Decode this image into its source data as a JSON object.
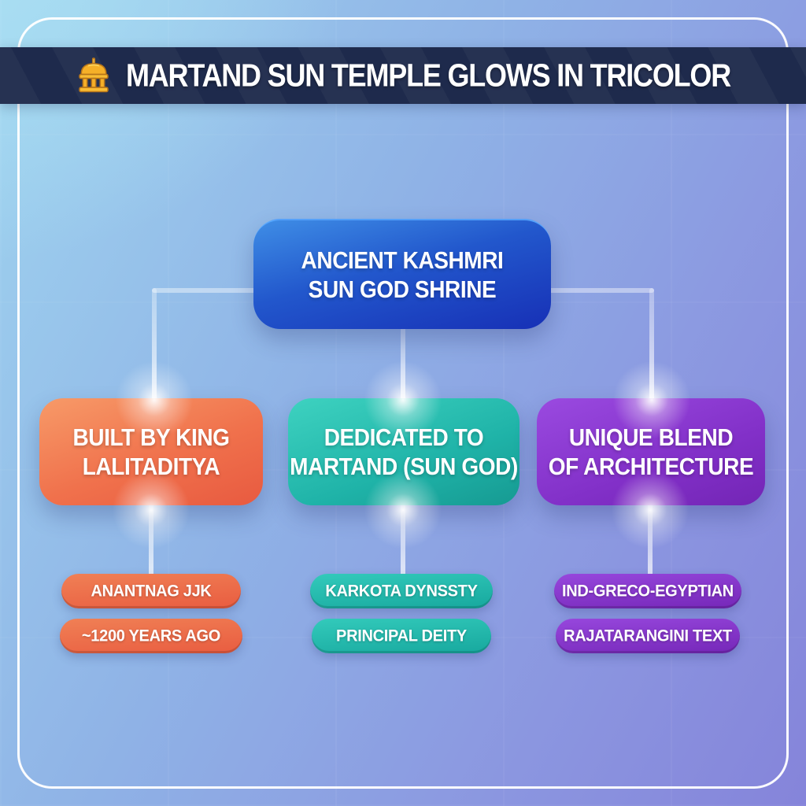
{
  "header": {
    "title": "MARTAND SUN TEMPLE GLOWS IN TRICOLOR",
    "icon": "hindu-temple",
    "bg_color": "#1e2a4c",
    "text_color": "#ffffff",
    "icon_color": "#f2a81d"
  },
  "background": {
    "gradient": [
      "#a7ddf2",
      "#8fb2e6",
      "#8584da"
    ],
    "frame_color": "#ffffff"
  },
  "diagram": {
    "root": {
      "line1": "ANCIENT KASHMRI",
      "line2": "SUN GOD SHRINE",
      "color": "#1d44c4"
    },
    "branches": [
      {
        "line1": "BUILT BY KING",
        "line2": "LALITADITYA",
        "color": "#ee6a49",
        "tags": [
          "ANANTNAG JJK",
          "~1200 YEARS AGO"
        ]
      },
      {
        "line1": "DEDICATED TO",
        "line2": "MARTAND (SUN GOD)",
        "color": "#1fb5aa",
        "tags": [
          "KARKOTA DYNSSTY",
          "PRINCIPAL DEITY"
        ]
      },
      {
        "line1": "UNIQUE BLEND",
        "line2": "OF ARCHITECTURE",
        "color": "#8433c9",
        "tags": [
          "IND-GRECO-EGYPTIAN",
          "RAJATARANGINI TEXT"
        ]
      }
    ],
    "connector_color": "rgba(255,255,255,0.45)"
  }
}
